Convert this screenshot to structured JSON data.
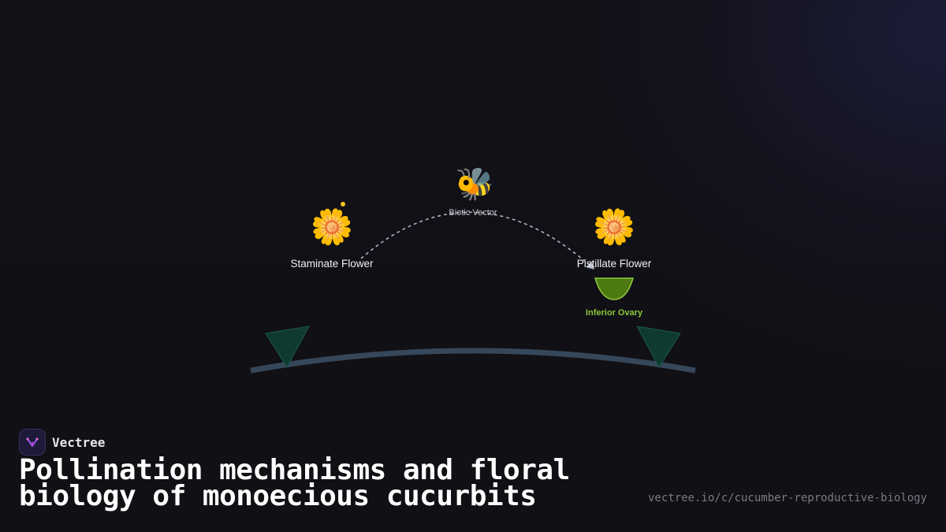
{
  "diagram": {
    "staminate_label": "Staminate Flower",
    "pistillate_label": "Pistillate Flower",
    "vector_label": "Biotic Vector",
    "ovary_label": "Inferior Ovary",
    "flower_icon": "🌼",
    "bee_icon": "🐝"
  },
  "brand": {
    "name": "Vectree"
  },
  "title_lines": [
    "Pollination mechanisms and floral",
    "biology of monoecious cucurbits"
  ],
  "url": "vectree.io/c/cucumber-reproductive-biology",
  "colors": {
    "background": "#111116",
    "arc": "#37475a",
    "leaf": "#0f3a32",
    "ovary_fill": "#4d7a10",
    "ovary_stroke": "#8cc83a",
    "ovary_label": "#8cc83a",
    "dashed_path": "#a9b4c4"
  }
}
